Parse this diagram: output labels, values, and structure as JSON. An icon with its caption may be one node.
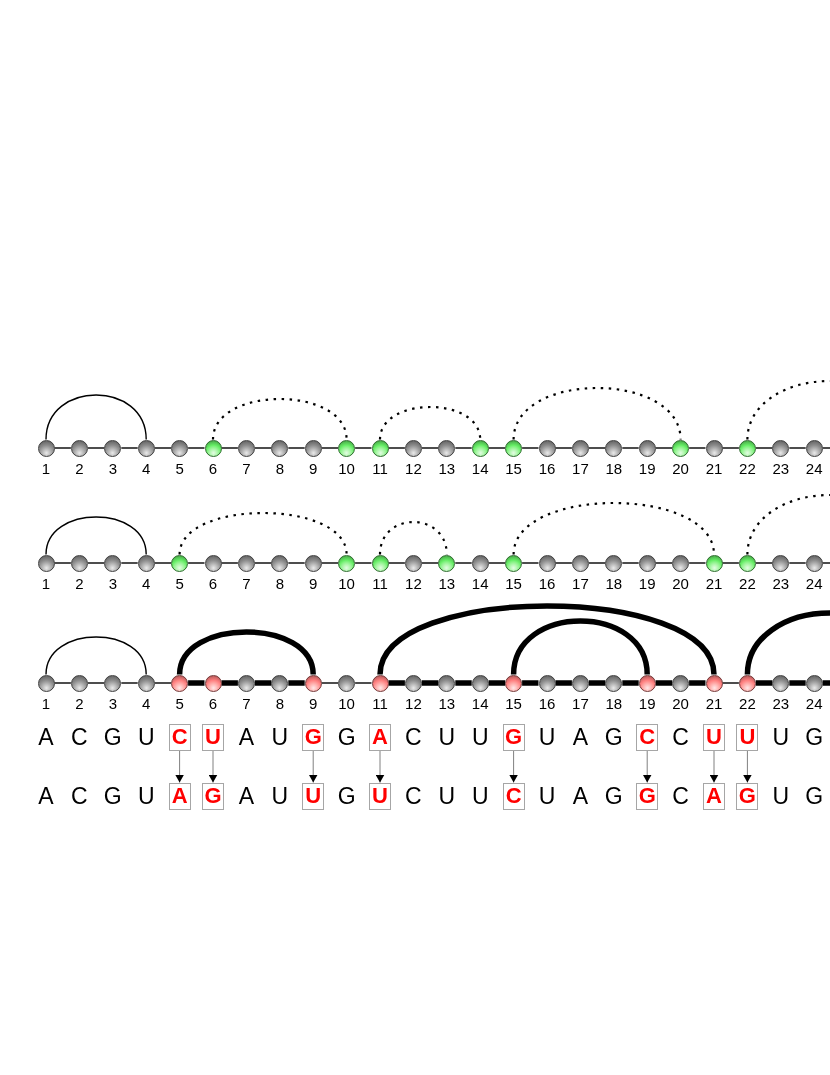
{
  "diagram": {
    "nodes": [
      {
        "text": [],
        "shape": "circle",
        "beside": [
          "1"
        ]
      },
      {
        "text": [],
        "shape": "circle",
        "beside": [
          "2"
        ]
      },
      {
        "text": [],
        "shape": "circle",
        "beside": [
          "3"
        ]
      },
      {
        "text": [],
        "shape": "circle",
        "beside": [
          "4"
        ]
      },
      {
        "text": [],
        "shape": "circle",
        "beside": [
          "5"
        ]
      },
      {
        "text": [],
        "shape": "circle",
        "beside": [
          "6"
        ]
      },
      {
        "text": [],
        "shape": "circle",
        "beside": [
          "7"
        ]
      },
      {
        "text": [],
        "shape": "circle",
        "beside": [
          "8"
        ]
      },
      {
        "text": [],
        "shape": "circle",
        "beside": [
          "9"
        ]
      },
      {
        "text": [],
        "shape": "circle",
        "beside": [
          "10"
        ]
      },
      {
        "text": [],
        "shape": "circle",
        "beside": [
          "11"
        ]
      },
      {
        "text": [],
        "shape": "circle",
        "beside": [
          "12"
        ]
      },
      {
        "text": [],
        "shape": "circle",
        "beside": [
          "13"
        ]
      },
      {
        "text": [],
        "shape": "circle",
        "beside": [
          "14"
        ]
      },
      {
        "text": [],
        "shape": "circle",
        "beside": [
          "15"
        ]
      },
      {
        "text": [],
        "shape": "circle",
        "beside": [
          "16"
        ]
      },
      {
        "text": [],
        "shape": "circle",
        "beside": [
          "17"
        ]
      },
      {
        "text": [],
        "shape": "circle",
        "beside": [
          "18"
        ]
      },
      {
        "text": [],
        "shape": "circle",
        "beside": [
          "19"
        ]
      },
      {
        "text": [],
        "shape": "circle",
        "beside": [
          "20"
        ]
      },
      {
        "text": [],
        "shape": "circle",
        "beside": [
          "21"
        ]
      },
      {
        "text": [],
        "shape": "circle",
        "beside": [
          "22"
        ]
      },
      {
        "text": [],
        "shape": "circle",
        "beside": [
          "23"
        ]
      },
      {
        "text": [],
        "shape": "circle",
        "beside": [
          "24"
        ]
      },
      {
        "text": [],
        "shape": "circle",
        "beside": [
          "1"
        ]
      },
      {
        "text": [],
        "shape": "circle",
        "beside": [
          "2"
        ]
      },
      {
        "text": [],
        "shape": "circle",
        "beside": [
          "3"
        ]
      },
      {
        "text": [],
        "shape": "circle",
        "beside": [
          "4"
        ]
      },
      {
        "text": [],
        "shape": "circle",
        "beside": [
          "5"
        ]
      },
      {
        "text": [],
        "shape": "circle",
        "beside": [
          "6"
        ]
      },
      {
        "text": [],
        "shape": "circle",
        "beside": [
          "7"
        ]
      },
      {
        "text": [],
        "shape": "circle",
        "beside": [
          "8"
        ]
      },
      {
        "text": [],
        "shape": "circle",
        "beside": [
          "9"
        ]
      },
      {
        "text": [],
        "shape": "circle",
        "beside": [
          "10"
        ]
      },
      {
        "text": [],
        "shape": "circle",
        "beside": [
          "11"
        ]
      },
      {
        "text": [],
        "shape": "circle",
        "beside": [
          "12"
        ]
      },
      {
        "text": [],
        "shape": "circle",
        "beside": [
          "13"
        ]
      },
      {
        "text": [],
        "shape": "circle",
        "beside": [
          "14"
        ]
      },
      {
        "text": [],
        "shape": "circle",
        "beside": [
          "15"
        ]
      },
      {
        "text": [],
        "shape": "circle",
        "beside": [
          "16"
        ]
      },
      {
        "text": [],
        "shape": "circle",
        "beside": [
          "17"
        ]
      },
      {
        "text": [],
        "shape": "circle",
        "beside": [
          "18"
        ]
      },
      {
        "text": [],
        "shape": "circle",
        "beside": [
          "19"
        ]
      },
      {
        "text": [],
        "shape": "circle",
        "beside": [
          "20"
        ]
      },
      {
        "text": [],
        "shape": "circle",
        "beside": [
          "21"
        ]
      },
      {
        "text": [],
        "shape": "circle",
        "beside": [
          "22"
        ]
      },
      {
        "text": [],
        "shape": "circle",
        "beside": [
          "23"
        ]
      },
      {
        "text": [],
        "shape": "circle",
        "beside": [
          "24"
        ]
      },
      {
        "text": [],
        "shape": "circle",
        "beside": [
          "1"
        ]
      },
      {
        "text": [],
        "shape": "circle",
        "beside": [
          "2"
        ]
      },
      {
        "text": [],
        "shape": "circle",
        "beside": [
          "3"
        ]
      },
      {
        "text": [],
        "shape": "circle",
        "beside": [
          "4"
        ]
      },
      {
        "text": [],
        "shape": "circle",
        "beside": [
          "5"
        ]
      },
      {
        "text": [],
        "shape": "circle",
        "beside": [
          "6"
        ]
      },
      {
        "text": [],
        "shape": "circle",
        "beside": [
          "7"
        ]
      },
      {
        "text": [],
        "shape": "circle",
        "beside": [
          "8"
        ]
      },
      {
        "text": [],
        "shape": "circle",
        "beside": [
          "9"
        ]
      },
      {
        "text": [],
        "shape": "circle",
        "beside": [
          "10"
        ]
      },
      {
        "text": [],
        "shape": "circle",
        "beside": [
          "11"
        ]
      },
      {
        "text": [],
        "shape": "circle",
        "beside": [
          "12"
        ]
      },
      {
        "text": [],
        "shape": "circle",
        "beside": [
          "13"
        ]
      },
      {
        "text": [],
        "shape": "circle",
        "beside": [
          "14"
        ]
      },
      {
        "text": [],
        "shape": "circle",
        "beside": [
          "15"
        ]
      },
      {
        "text": [],
        "shape": "circle",
        "beside": [
          "16"
        ]
      },
      {
        "text": [],
        "shape": "circle",
        "beside": [
          "17"
        ]
      },
      {
        "text": [],
        "shape": "circle",
        "beside": [
          "18"
        ]
      },
      {
        "text": [],
        "shape": "circle",
        "beside": [
          "19"
        ]
      },
      {
        "text": [],
        "shape": "circle",
        "beside": [
          "20"
        ]
      },
      {
        "text": [],
        "shape": "circle",
        "beside": [
          "21"
        ]
      },
      {
        "text": [],
        "shape": "circle",
        "beside": [
          "22"
        ]
      },
      {
        "text": [],
        "shape": "circle",
        "beside": [
          "23"
        ]
      },
      {
        "text": [],
        "shape": "circle",
        "beside": [
          "24"
        ]
      },
      {
        "text": [
          "C"
        ]
      },
      {
        "text": [
          "U"
        ]
      },
      {
        "text": [
          "G"
        ]
      },
      {
        "text": [
          "A"
        ]
      },
      {
        "text": [
          "G"
        ]
      },
      {
        "text": [
          "C"
        ]
      },
      {
        "text": [
          "U"
        ]
      },
      {
        "text": [
          "U"
        ]
      },
      {
        "text": [
          "A"
        ]
      },
      {
        "text": [
          "G"
        ]
      },
      {
        "text": [
          "U"
        ]
      },
      {
        "text": [
          "U"
        ]
      },
      {
        "text": [
          "C"
        ]
      },
      {
        "text": [
          "G"
        ]
      },
      {
        "text": [
          "A"
        ]
      },
      {
        "text": [
          "G"
        ]
      }
    ],
    "edges": [
      {
        "from": 0,
        "to": 1,
        "arrow": "none"
      },
      {
        "from": 1,
        "to": 2,
        "arrow": "none"
      },
      {
        "from": 2,
        "to": 3,
        "arrow": "none"
      },
      {
        "from": 3,
        "to": 4,
        "arrow": "none"
      },
      {
        "from": 4,
        "to": 5,
        "arrow": "none"
      },
      {
        "from": 5,
        "to": 6,
        "arrow": "none"
      },
      {
        "from": 6,
        "to": 7,
        "arrow": "none"
      },
      {
        "from": 7,
        "to": 8,
        "arrow": "none"
      },
      {
        "from": 8,
        "to": 9,
        "arrow": "none"
      },
      {
        "from": 9,
        "to": 10,
        "arrow": "none"
      },
      {
        "from": 10,
        "to": 11,
        "arrow": "none"
      },
      {
        "from": 11,
        "to": 12,
        "arrow": "none"
      },
      {
        "from": 12,
        "to": 13,
        "arrow": "none"
      },
      {
        "from": 13,
        "to": 14,
        "arrow": "none"
      },
      {
        "from": 14,
        "to": 15,
        "arrow": "none"
      },
      {
        "from": 15,
        "to": 16,
        "arrow": "none"
      },
      {
        "from": 16,
        "to": 17,
        "arrow": "none"
      },
      {
        "from": 17,
        "to": 18,
        "arrow": "none"
      },
      {
        "from": 18,
        "to": 19,
        "arrow": "none"
      },
      {
        "from": 19,
        "to": 20,
        "arrow": "none"
      },
      {
        "from": 20,
        "to": 21,
        "arrow": "none"
      },
      {
        "from": 21,
        "to": 22,
        "arrow": "none"
      },
      {
        "from": 22,
        "to": 23,
        "arrow": "none"
      },
      {
        "from": 23,
        "to": null,
        "arrow": "none"
      },
      {
        "from": 0,
        "to": 3,
        "arrow": "none"
      },
      {
        "from": 5,
        "to": 9,
        "arrow": "none",
        "style": "dashed"
      },
      {
        "from": 10,
        "to": 13,
        "arrow": "none",
        "style": "dashed"
      },
      {
        "from": 14,
        "to": 19,
        "arrow": "none",
        "style": "dashed"
      },
      {
        "from": 21,
        "to": null,
        "arrow": "none",
        "style": "dashed"
      },
      {
        "from": 24,
        "to": 25,
        "arrow": "none"
      },
      {
        "from": 25,
        "to": 26,
        "arrow": "none"
      },
      {
        "from": 26,
        "to": 27,
        "arrow": "none"
      },
      {
        "from": 27,
        "to": 28,
        "arrow": "none"
      },
      {
        "from": 28,
        "to": 29,
        "arrow": "none"
      },
      {
        "from": 29,
        "to": 30,
        "arrow": "none"
      },
      {
        "from": 30,
        "to": 31,
        "arrow": "none"
      },
      {
        "from": 31,
        "to": 32,
        "arrow": "none"
      },
      {
        "from": 32,
        "to": 33,
        "arrow": "none"
      },
      {
        "from": 33,
        "to": 34,
        "arrow": "none"
      },
      {
        "from": 34,
        "to": 35,
        "arrow": "none"
      },
      {
        "from": 35,
        "to": 36,
        "arrow": "none"
      },
      {
        "from": 36,
        "to": 37,
        "arrow": "none"
      },
      {
        "from": 37,
        "to": 38,
        "arrow": "none"
      },
      {
        "from": 38,
        "to": 39,
        "arrow": "none"
      },
      {
        "from": 39,
        "to": 40,
        "arrow": "none"
      },
      {
        "from": 40,
        "to": 41,
        "arrow": "none"
      },
      {
        "from": 41,
        "to": 42,
        "arrow": "none"
      },
      {
        "from": 42,
        "to": 43,
        "arrow": "none"
      },
      {
        "from": 43,
        "to": 44,
        "arrow": "none"
      },
      {
        "from": 44,
        "to": 45,
        "arrow": "none"
      },
      {
        "from": 45,
        "to": 46,
        "arrow": "none"
      },
      {
        "from": 46,
        "to": 47,
        "arrow": "none"
      },
      {
        "from": 47,
        "to": null,
        "arrow": "none"
      },
      {
        "from": 24,
        "to": 27,
        "arrow": "none"
      },
      {
        "from": 28,
        "to": 33,
        "arrow": "none",
        "style": "dashed"
      },
      {
        "from": 34,
        "to": 36,
        "arrow": "none",
        "style": "dashed"
      },
      {
        "from": 38,
        "to": 44,
        "arrow": "none",
        "style": "dashed"
      },
      {
        "from": 45,
        "to": null,
        "arrow": "none",
        "style": "dashed"
      },
      {
        "from": 48,
        "to": 49,
        "arrow": "none"
      },
      {
        "from": 49,
        "to": 50,
        "arrow": "none"
      },
      {
        "from": 50,
        "to": 51,
        "arrow": "none"
      },
      {
        "from": 51,
        "to": 52,
        "arrow": "none"
      },
      {
        "from": 52,
        "to": 53,
        "arrow": "none",
        "style": "thick"
      },
      {
        "from": 53,
        "to": 54,
        "arrow": "none",
        "style": "thick"
      },
      {
        "from": 54,
        "to": 55,
        "arrow": "none",
        "style": "thick"
      },
      {
        "from": 55,
        "to": 56,
        "arrow": "none",
        "style": "thick"
      },
      {
        "from": 56,
        "to": 57,
        "arrow": "none"
      },
      {
        "from": 57,
        "to": 58,
        "arrow": "none"
      },
      {
        "from": 58,
        "to": 59,
        "arrow": "none",
        "style": "thick"
      },
      {
        "from": 59,
        "to": 60,
        "arrow": "none",
        "style": "thick"
      },
      {
        "from": 60,
        "to": 61,
        "arrow": "none",
        "style": "thick"
      },
      {
        "from": 61,
        "to": 62,
        "arrow": "none",
        "style": "thick"
      },
      {
        "from": 62,
        "to": 63,
        "arrow": "none",
        "style": "thick"
      },
      {
        "from": 63,
        "to": 64,
        "arrow": "none",
        "style": "thick"
      },
      {
        "from": 64,
        "to": 65,
        "arrow": "none",
        "style": "thick"
      },
      {
        "from": 65,
        "to": 66,
        "arrow": "none",
        "style": "thick"
      },
      {
        "from": 66,
        "to": 67,
        "arrow": "none",
        "style": "thick"
      },
      {
        "from": 67,
        "to": 68,
        "arrow": "none",
        "style": "thick"
      },
      {
        "from": 68,
        "to": 69,
        "arrow": "none"
      },
      {
        "from": 69,
        "to": 70,
        "arrow": "none",
        "style": "thick"
      },
      {
        "from": 70,
        "to": 71,
        "arrow": "none",
        "style": "thick"
      },
      {
        "from": 71,
        "to": null,
        "arrow": "none",
        "style": "thick"
      },
      {
        "from": 48,
        "to": 51,
        "arrow": "none"
      },
      {
        "from": 52,
        "to": 56,
        "arrow": "none",
        "style": "thick"
      },
      {
        "from": 58,
        "to": 68,
        "arrow": "none",
        "style": "thick"
      },
      {
        "from": 62,
        "to": 66,
        "arrow": "none",
        "style": "thick"
      },
      {
        "from": 69,
        "to": null,
        "arrow": "none",
        "style": "thick"
      },
      {
        "from": 72,
        "to": 80,
        "arrow": "to",
        "color": "#808080"
      },
      {
        "from": 73,
        "to": 81,
        "arrow": "to",
        "color": "#808080"
      },
      {
        "from": 74,
        "to": 82,
        "arrow": "to",
        "color": "#808080"
      },
      {
        "from": 75,
        "to": 83,
        "arrow": "to",
        "color": "#808080"
      },
      {
        "from": 76,
        "to": 84,
        "arrow": "to",
        "color": "#808080"
      },
      {
        "from": 77,
        "to": 85,
        "arrow": "to",
        "color": "#808080"
      },
      {
        "from": 78,
        "to": 86,
        "arrow": "to",
        "color": "#808080"
      },
      {
        "from": 79,
        "to": 87,
        "arrow": "to",
        "color": "#808080"
      }
    ],
    "labels": [
      "A",
      "C",
      "G",
      "U",
      "A",
      "U",
      "G",
      "C",
      "U",
      "U",
      "U",
      "A",
      "G",
      "C",
      "U",
      "G",
      "A",
      "C",
      "G",
      "U",
      "A",
      "U",
      "G",
      "C",
      "U",
      "U",
      "U",
      "A",
      "G",
      "C",
      "U",
      "G"
    ]
  }
}
